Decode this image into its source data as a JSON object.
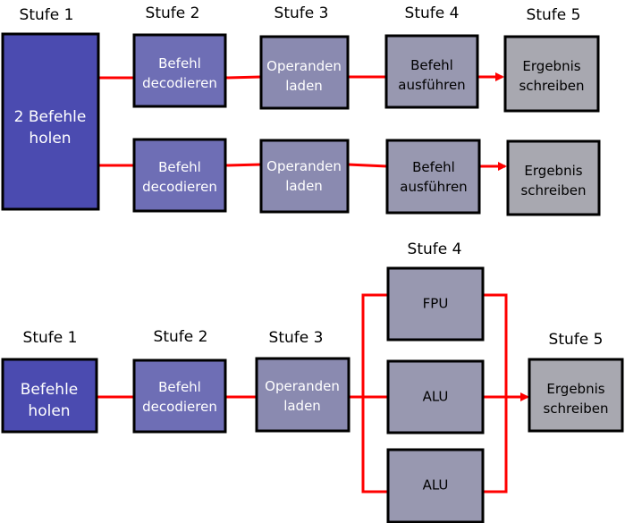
{
  "colors": {
    "fetch": "#4b4bb0",
    "decode": "#6e6eb5",
    "operand": "#8a8ab0",
    "execute": "#9898b0",
    "write": "#a8a8b0",
    "wire": "#ff0000"
  },
  "top": {
    "stages": [
      "Stufe 1",
      "Stufe 2",
      "Stufe 3",
      "Stufe 4",
      "Stufe 5"
    ],
    "fetch": [
      "2 Befehle",
      "holen"
    ],
    "rows": [
      {
        "decode": [
          "Befehl",
          "decodieren"
        ],
        "operand": [
          "Operanden",
          "laden"
        ],
        "execute": [
          "Befehl",
          "ausführen"
        ],
        "write": [
          "Ergebnis",
          "schreiben"
        ]
      },
      {
        "decode": [
          "Befehl",
          "decodieren"
        ],
        "operand": [
          "Operanden",
          "laden"
        ],
        "execute": [
          "Befehl",
          "ausführen"
        ],
        "write": [
          "Ergebnis",
          "schreiben"
        ]
      }
    ]
  },
  "bottom": {
    "stages": [
      "Stufe 1",
      "Stufe 2",
      "Stufe 3",
      "Stufe 4",
      "Stufe 5"
    ],
    "fetch": [
      "Befehle",
      "holen"
    ],
    "decode": [
      "Befehl",
      "decodieren"
    ],
    "operand": [
      "Operanden",
      "laden"
    ],
    "units": [
      "FPU",
      "ALU",
      "ALU"
    ],
    "write": [
      "Ergebnis",
      "schreiben"
    ]
  }
}
